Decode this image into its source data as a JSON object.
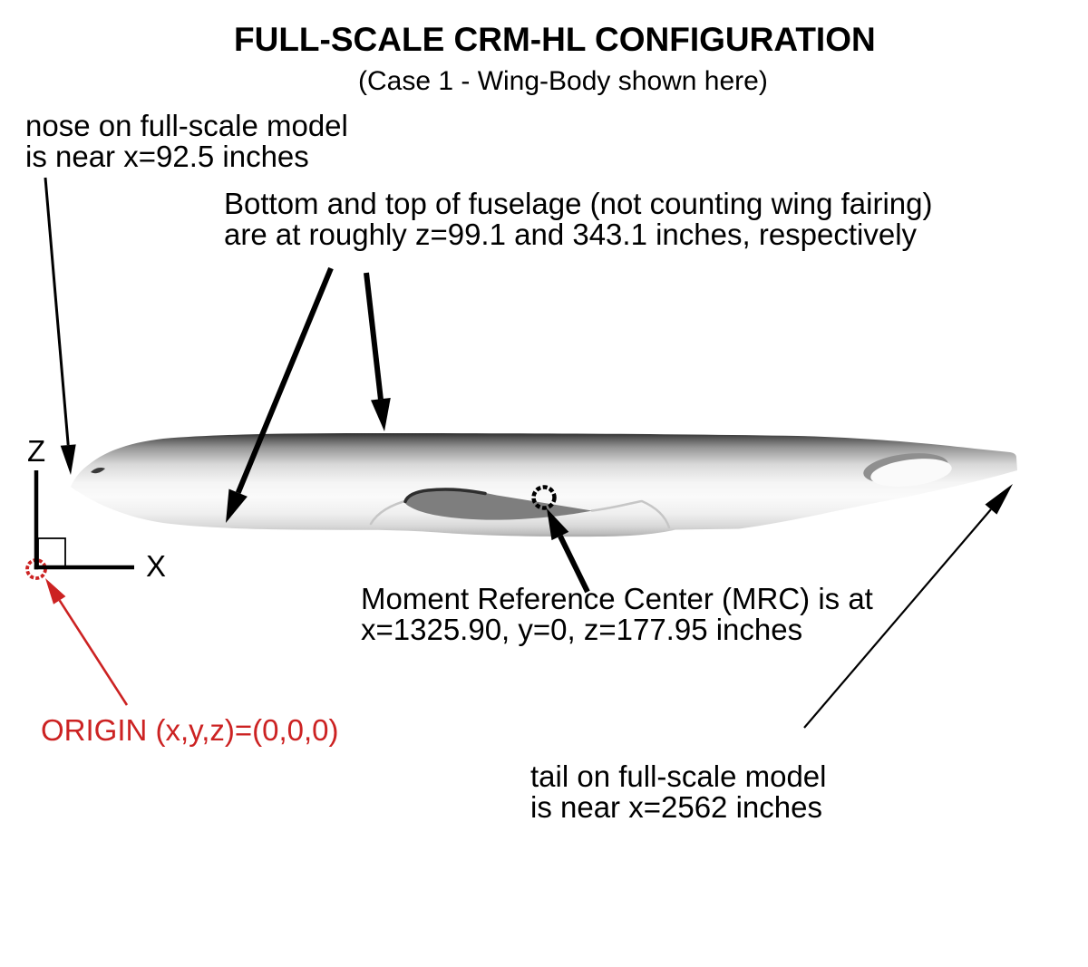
{
  "header": {
    "title": "FULL-SCALE CRM-HL CONFIGURATION",
    "subtitle": "(Case 1 - Wing-Body shown here)"
  },
  "labels": {
    "z_axis": "Z",
    "x_axis": "X"
  },
  "annotations": {
    "nose": {
      "line1": "nose on full-scale model",
      "line2": "is near x=92.5 inches"
    },
    "fuselage_extents": {
      "line1": "Bottom and top of fuselage (not counting wing fairing)",
      "line2": "are at roughly z=99.1 and 343.1 inches, respectively"
    },
    "mrc": {
      "line1": "Moment Reference Center (MRC) is at",
      "line2": "x=1325.90, y=0, z=177.95 inches"
    },
    "origin": {
      "text": "ORIGIN (x,y,z)=(0,0,0)"
    },
    "tail": {
      "line1": "tail on full-scale model",
      "line2": "is near x=2562 inches"
    }
  },
  "colors": {
    "background": "#ffffff",
    "text": "#000000",
    "origin_red": "#cc2222",
    "wing_section_gray": "#7e7e7e",
    "fuselage_top_shade": "#2f2f2f",
    "fuselage_light": "#f7f7f7"
  }
}
